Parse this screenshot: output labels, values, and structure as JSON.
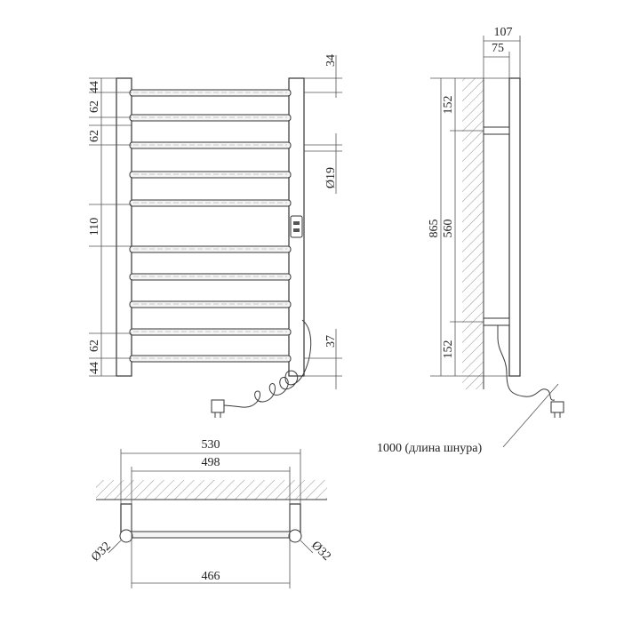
{
  "front_view": {
    "dims_left": [
      "44",
      "62",
      "62",
      "110",
      "62",
      "44"
    ],
    "dims_right": [
      "34",
      "Ø19",
      "37"
    ]
  },
  "side_view": {
    "dims_top": [
      "107",
      "75"
    ],
    "dims_left": [
      "865",
      "152",
      "560",
      "152"
    ],
    "cord_label": "1000 (длина шнура)"
  },
  "top_view": {
    "dims": [
      "530",
      "498",
      "466"
    ],
    "diam_left": "Ø32",
    "diam_right": "Ø32"
  }
}
